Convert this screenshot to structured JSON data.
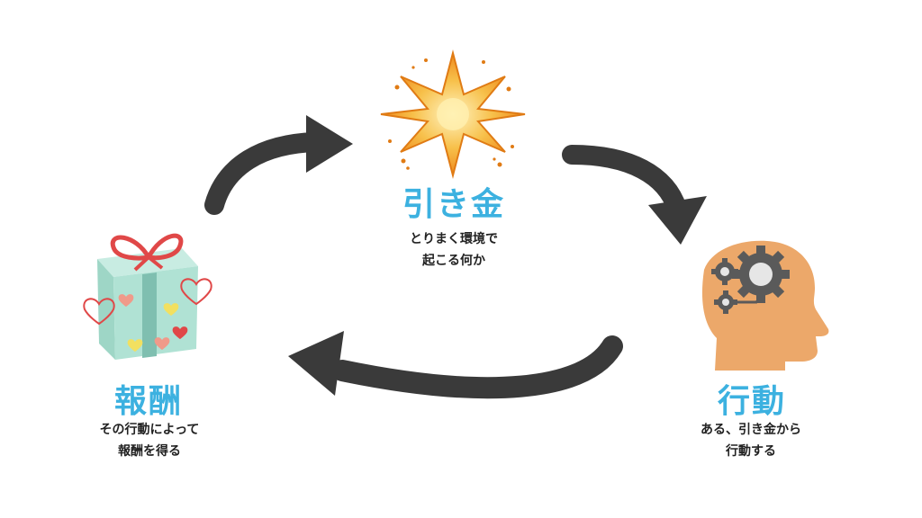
{
  "nodes": {
    "trigger": {
      "title": "引き金",
      "desc_lines": [
        "とりまく環境で",
        "起こる何か"
      ]
    },
    "action": {
      "title": "行動",
      "desc_lines": [
        "ある、引き金から",
        "行動する"
      ]
    },
    "reward": {
      "title": "報酬",
      "desc_lines": [
        "その行動によって",
        "報酬を得る"
      ]
    }
  },
  "colors": {
    "title": "#3cb1e0",
    "arrow": "#3a3a3a",
    "star": "#f5a623",
    "box": "#a8dccf",
    "ribbon": "#e04848",
    "head": "#eca86a",
    "gear": "#5a5a5a"
  },
  "icons": [
    "star-burst-icon",
    "head-gears-icon",
    "gift-box-icon"
  ]
}
